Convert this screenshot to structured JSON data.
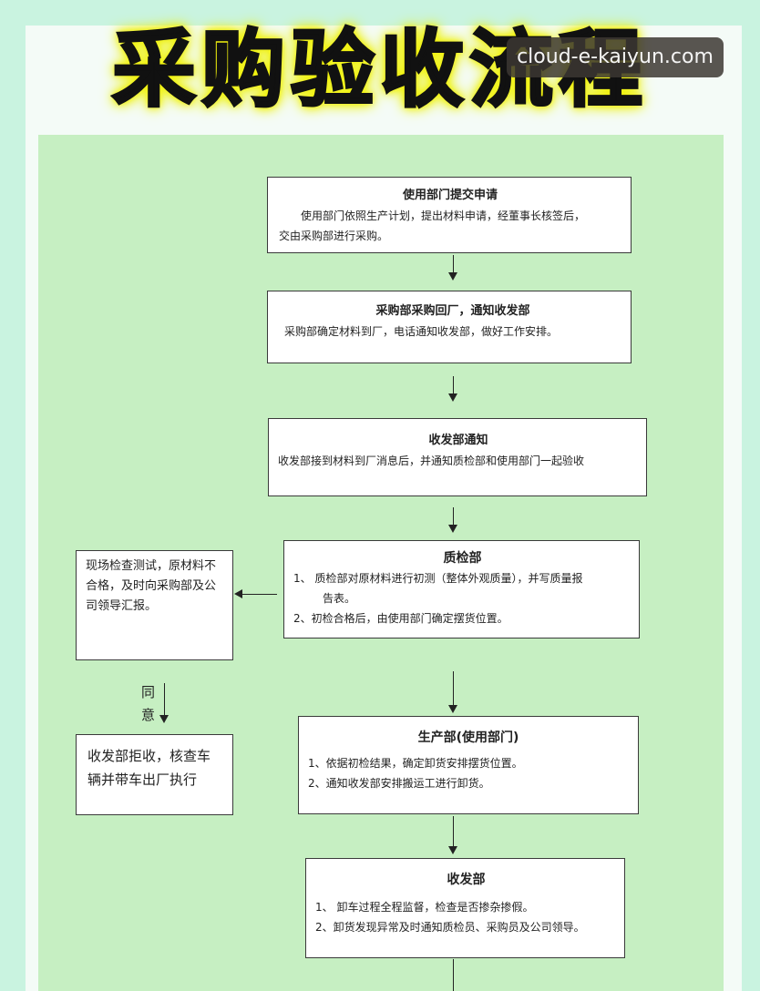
{
  "header": {
    "title": "采购验收流程",
    "watermark": "cloud-e-kaiyun.com"
  },
  "steps": [
    {
      "title": "使用部门提交申请",
      "lines": [
        "使用部门依照生产计划，提出材料申请，经董事长核签后，",
        "交由采购部进行采购。"
      ]
    },
    {
      "title": "采购部采购回厂，通知收发部",
      "lines": [
        "采购部确定材料到厂，电话通知收发部，做好工作安排。"
      ]
    },
    {
      "title": "收发部通知",
      "lines": [
        "收发部接到材料到厂消息后，并通知质检部和使用部门一起验收"
      ]
    },
    {
      "title": "质检部",
      "lines": [
        "1、 质检部对原材料进行初测（整体外观质量），并写质量报",
        "告表。",
        "2、初检合格后，由使用部门确定摆货位置。"
      ]
    },
    {
      "title": "生产部(使用部门)",
      "lines": [
        "1、依据初检结果，确定卸货安排摆货位置。",
        "2、通知收发部安排搬运工进行卸货。"
      ]
    },
    {
      "title": "收发部",
      "lines": [
        "1、 卸车过程全程监督，检查是否掺杂掺假。",
        "2、卸货发现异常及时通知质检员、采购员及公司领导。"
      ]
    }
  ],
  "side": {
    "failure_lines": [
      "现场检查测试，原材料不",
      "合格，及时向采购部及公",
      "司领导汇报。"
    ],
    "agree_label_1": "同",
    "agree_label_2": "意",
    "reject_lines": [
      "收发部拒收，核查车",
      "辆并带车出厂执行"
    ]
  }
}
